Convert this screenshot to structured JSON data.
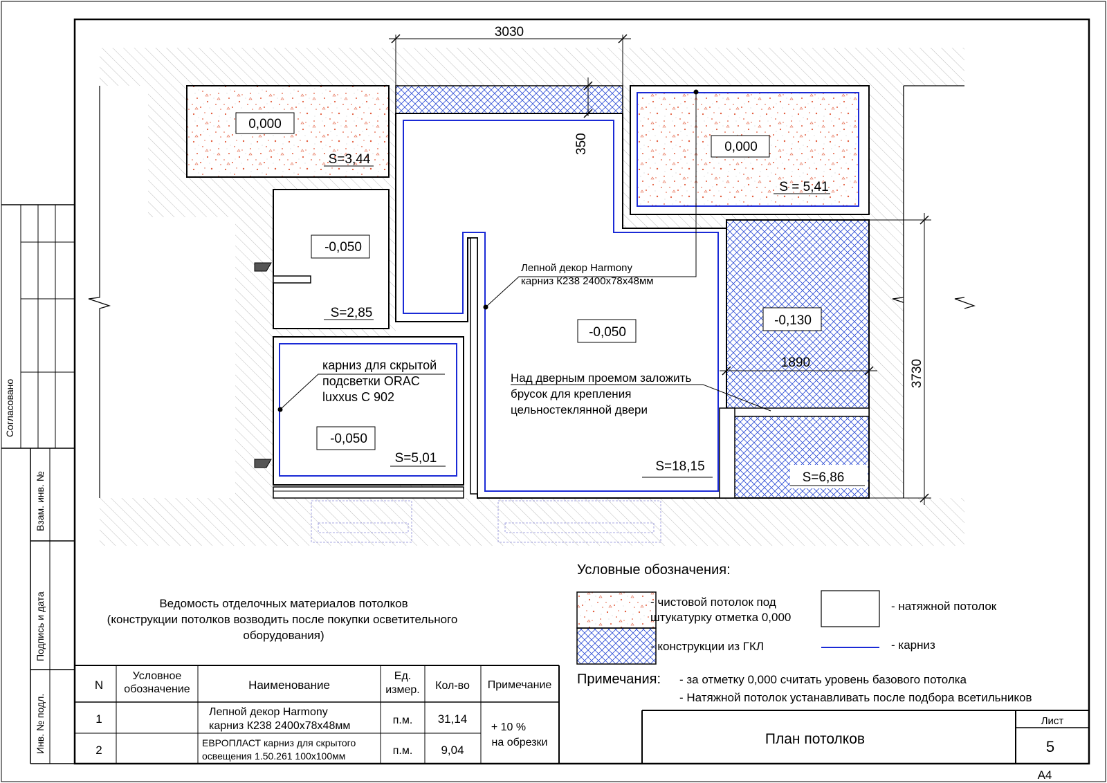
{
  "dimensions": {
    "width_top": "3030",
    "depth_top": "350",
    "height_right": "3730",
    "width_mid": "1890"
  },
  "rooms": {
    "top_left": {
      "level": "0,000",
      "area": "S=3,44"
    },
    "mid_left": {
      "level": "-0,050",
      "area": "S=2,85"
    },
    "bottom_left": {
      "level": "-0,050",
      "area": "S=5,01"
    },
    "center": {
      "level": "-0,050",
      "area": "S=18,15"
    },
    "top_right": {
      "level": "0,000",
      "area": "S = 5,41"
    },
    "right": {
      "level": "-0,130",
      "area": "S=6,86"
    }
  },
  "annotations": {
    "harmony": [
      "Лепной декор Harmony",
      "карниз  К238 2400х78х48мм"
    ],
    "orac": [
      "карниз для скрытой",
      "подсветки ORAC",
      "luxxus C 902"
    ],
    "door": [
      "Над дверным проемом заложить",
      "брусок для крепления",
      "цельностеклянной двери"
    ]
  },
  "legend": {
    "title": "Условные обозначения:",
    "plaster": [
      "- чистовой потолок под",
      "штукатурку отметка  0,000"
    ],
    "stretch": "- натяжной потолок",
    "gkl": "- конструкции из ГКЛ",
    "cornice": "- карниз"
  },
  "notes": {
    "title": "Примечания:",
    "items": [
      "-  за отметку 0,000 считать уровень базового потолка",
      "-  Натяжной потолок устанавливать после подбора всетильников"
    ]
  },
  "schedule": {
    "title": [
      "Ведомость отделочных материалов потолков",
      "(конструкции потолков возводить после покупки осветительного",
      "оборудования)"
    ],
    "headers": {
      "n": "N",
      "symbol": [
        "Условное",
        "обозначение"
      ],
      "name": "Наименование",
      "unit": [
        "Ед.",
        "измер."
      ],
      "qty": "Кол-во",
      "note": "Примечание"
    },
    "rows": [
      {
        "n": "1",
        "name": [
          "Лепной декор Harmony",
          "карниз  К238 2400х78х48мм"
        ],
        "unit": "п.м.",
        "qty": "31,14"
      },
      {
        "n": "2",
        "name": [
          "ЕВРОПЛАСТ карниз для скрытого",
          "освещения 1.50.261 100х100мм"
        ],
        "unit": "п.м.",
        "qty": "9,04"
      }
    ],
    "note": [
      "+ 10 %",
      "на обрезки"
    ]
  },
  "stamp": {
    "side": {
      "agreed": "Согласовано",
      "inv_zam": "Взам. инв. №",
      "signature": "Подпись и дата",
      "inv_orig": "Инв. № подл."
    },
    "title": "План потолков",
    "sheet_label": "Лист",
    "sheet_number": "5",
    "format": "А4"
  },
  "colors": {
    "cornice": "#1a2ad6",
    "gkl_hatch": "#2a4ad4",
    "plaster_dots": "#e25a3a",
    "wall_hatch": "#bdbdbd"
  }
}
